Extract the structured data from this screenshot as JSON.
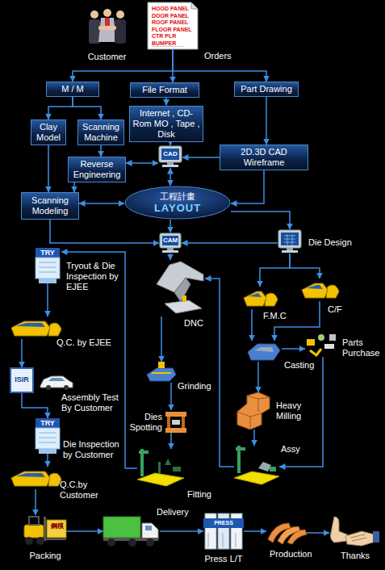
{
  "diagram": {
    "nodes": [
      {
        "text": [
          "Customer"
        ]
      },
      {
        "text": [
          "HOOD PANEL",
          "DOOR PANEL",
          "ROOF PANEL",
          "FLOOR PANEL",
          "CTR PLR",
          "BUMPER",
          "Orders"
        ]
      },
      {
        "text": [
          "M / M"
        ]
      },
      {
        "text": [
          "File Format"
        ]
      },
      {
        "text": [
          "Part Drawing"
        ]
      },
      {
        "text": [
          "Clay Model"
        ]
      },
      {
        "text": [
          "Scanning Machine"
        ]
      },
      {
        "text": [
          "Internet , CD-Rom MO , Tape , Disk"
        ]
      },
      {
        "text": [
          "CAD"
        ]
      },
      {
        "text": [
          "Reverse Engineering"
        ]
      },
      {
        "text": [
          "2D.3D CAD Wireframe"
        ]
      },
      {
        "text": [
          "Scanning Modeling"
        ]
      },
      {
        "text": [
          "工程計畫",
          "LAYOUT"
        ]
      },
      {
        "text": [
          "CAM"
        ]
      },
      {
        "text": [
          "Die Design"
        ]
      },
      {
        "text": [
          "TRY",
          "Tryout & Die Inspection by EJEE"
        ]
      },
      {
        "text": [
          "DNC"
        ]
      },
      {
        "text": [
          "F.M.C"
        ]
      },
      {
        "text": [
          "C/F"
        ]
      },
      {
        "text": [
          "Q.C. by EJEE"
        ]
      },
      {
        "text": [
          "Parts Purchase"
        ]
      },
      {
        "text": [
          "Casting"
        ]
      },
      {
        "text": [
          "ISIR"
        ]
      },
      {
        "text": [
          "Assembly Test By Customer"
        ]
      },
      {
        "text": [
          "Grinding"
        ]
      },
      {
        "text": [
          "Heavy Milling"
        ]
      },
      {
        "text": [
          "TRY",
          "Die Inspection by Customer"
        ]
      },
      {
        "text": [
          "Dies Spotting"
        ]
      },
      {
        "text": [
          "Assy"
        ]
      },
      {
        "text": [
          "Q.C.by Customer"
        ]
      },
      {
        "text": [
          "Fitting"
        ]
      },
      {
        "text": [
          "鋼模",
          "Packing"
        ]
      },
      {
        "text": [
          "Delivery"
        ]
      },
      {
        "text": [
          "PRESS",
          "Press L/T"
        ]
      },
      {
        "text": [
          "Production"
        ]
      },
      {
        "text": [
          "Thanks"
        ]
      }
    ],
    "edges": [
      {
        "from": 1,
        "to": 2,
        "arrow": "to"
      },
      {
        "from": 1,
        "to": 3,
        "arrow": "to"
      },
      {
        "from": 1,
        "to": 4,
        "arrow": "to"
      },
      {
        "from": 2,
        "to": 5,
        "arrow": "to"
      },
      {
        "from": 2,
        "to": 6,
        "arrow": "to"
      },
      {
        "from": 3,
        "to": 7,
        "arrow": "to"
      },
      {
        "from": 7,
        "to": 8,
        "arrow": "to"
      },
      {
        "from": 4,
        "to": 10,
        "arrow": "to"
      },
      {
        "from": 6,
        "to": 9,
        "arrow": "to"
      },
      {
        "from": 9,
        "to": 8,
        "arrow": "both"
      },
      {
        "from": 10,
        "to": 8,
        "arrow": "to"
      },
      {
        "from": 5,
        "to": 11,
        "arrow": "to"
      },
      {
        "from": 9,
        "to": 11,
        "arrow": "to"
      },
      {
        "from": 11,
        "to": 12,
        "arrow": "both"
      },
      {
        "from": 8,
        "to": 12,
        "arrow": "both"
      },
      {
        "from": 10,
        "to": 12,
        "arrow": "to"
      },
      {
        "from": 12,
        "to": 14,
        "arrow": "to"
      },
      {
        "from": 12,
        "to": 13,
        "arrow": "to"
      },
      {
        "from": 11,
        "to": 13,
        "arrow": "to"
      },
      {
        "from": 14,
        "to": 13,
        "arrow": "to"
      },
      {
        "from": 14,
        "to": 17,
        "arrow": "to"
      },
      {
        "from": 14,
        "to": 18,
        "arrow": "to"
      },
      {
        "from": 13,
        "to": 16,
        "arrow": "to"
      },
      {
        "from": 17,
        "to": 21,
        "arrow": "to"
      },
      {
        "from": 18,
        "to": 21,
        "arrow": "to"
      },
      {
        "from": 21,
        "to": 20,
        "arrow": "to"
      },
      {
        "from": 21,
        "to": 25,
        "arrow": "to"
      },
      {
        "from": 25,
        "to": 28,
        "arrow": "to"
      },
      {
        "from": 20,
        "to": 28,
        "arrow": "to"
      },
      {
        "from": 28,
        "to": 16,
        "arrow": "to"
      },
      {
        "from": 16,
        "to": 24,
        "arrow": "to"
      },
      {
        "from": 24,
        "to": 27,
        "arrow": "to"
      },
      {
        "from": 27,
        "to": 30,
        "arrow": "to"
      },
      {
        "from": 30,
        "to": 15,
        "arrow": "to"
      },
      {
        "from": 15,
        "to": 19,
        "arrow": "to"
      },
      {
        "from": 19,
        "to": 22,
        "arrow": "to"
      },
      {
        "from": 22,
        "to": 26,
        "arrow": "to"
      },
      {
        "from": 26,
        "to": 29,
        "arrow": "to"
      },
      {
        "from": 29,
        "to": 31,
        "arrow": "to"
      },
      {
        "from": 31,
        "to": 32,
        "arrow": "to"
      },
      {
        "from": 32,
        "to": 33,
        "arrow": "to"
      },
      {
        "from": 33,
        "to": 34,
        "arrow": "to"
      },
      {
        "from": 34,
        "to": 35,
        "arrow": "to"
      }
    ]
  }
}
